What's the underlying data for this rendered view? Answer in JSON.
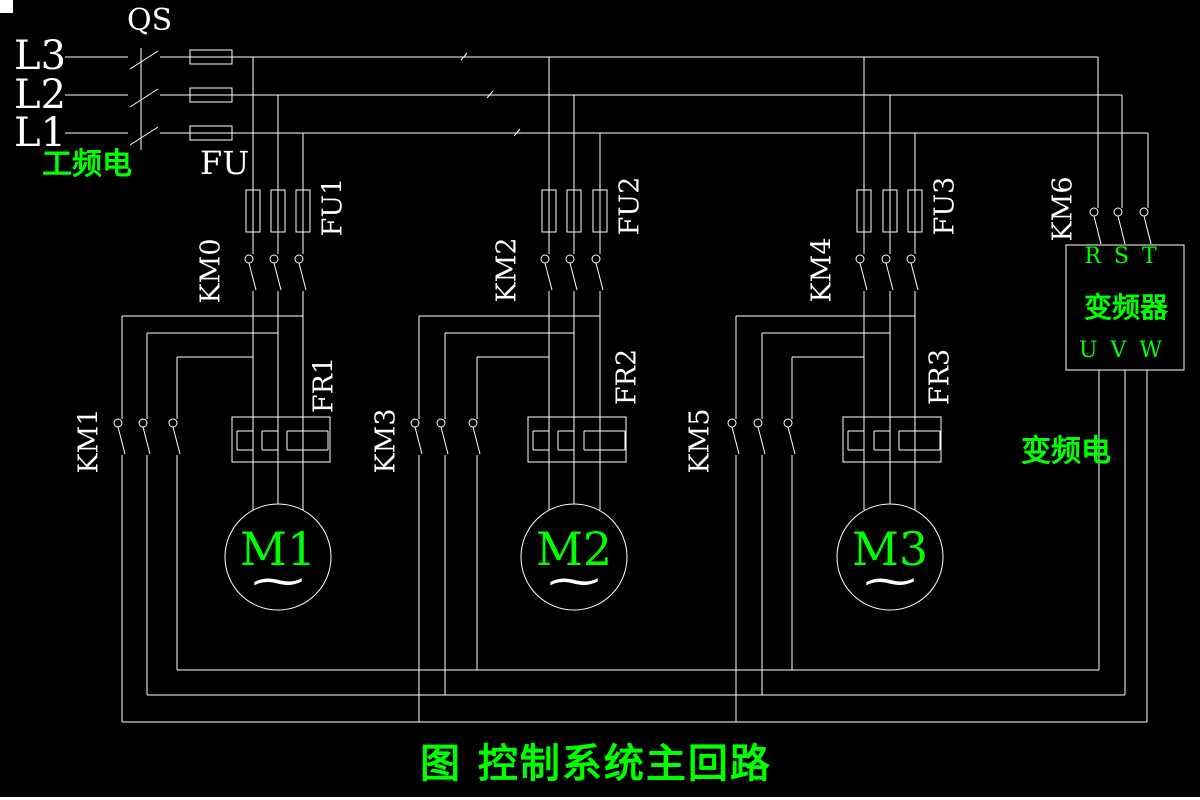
{
  "diagram_title": "图 控制系统主回路",
  "colors": {
    "background": "#000000",
    "wire": "#ffffff",
    "label_green": "#00ff00"
  },
  "supply": {
    "phases": [
      "L3",
      "L2",
      "L1"
    ],
    "breaker": "QS",
    "fuse": "FU",
    "source_label": "工频电"
  },
  "branches": [
    {
      "line_fuse": "FU1",
      "mains_contactor": "KM0",
      "vfd_contactor": "KM1",
      "overload_relay": "FR1",
      "motor": "M1",
      "ac_symbol": "~"
    },
    {
      "line_fuse": "FU2",
      "mains_contactor": "KM2",
      "vfd_contactor": "KM3",
      "overload_relay": "FR2",
      "motor": "M2",
      "ac_symbol": "~"
    },
    {
      "line_fuse": "FU3",
      "mains_contactor": "KM4",
      "vfd_contactor": "KM5",
      "overload_relay": "FR3",
      "motor": "M3",
      "ac_symbol": "~"
    }
  ],
  "inverter": {
    "contactor": "KM6",
    "inputs": "R S T",
    "device": "变频器",
    "outputs": "U V W",
    "output_bus_label": "变频电"
  }
}
